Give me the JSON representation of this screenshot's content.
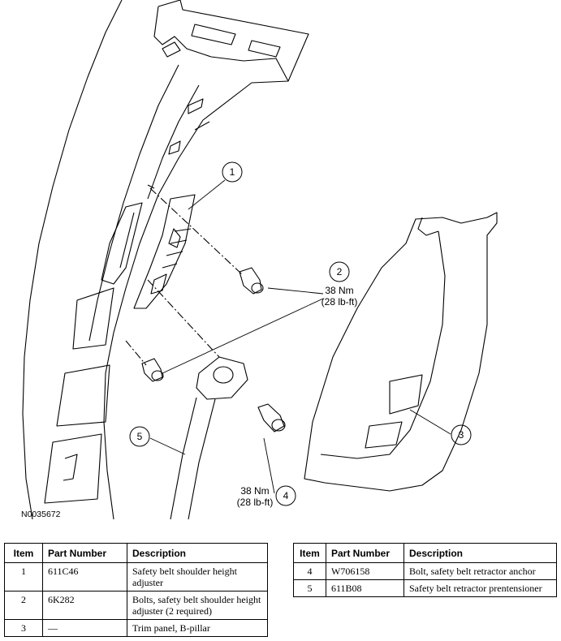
{
  "figure": {
    "id": "N0035672",
    "callouts": [
      {
        "number": "1"
      },
      {
        "number": "2",
        "torque_nm": "38 Nm",
        "torque_lbft": "(28 lb-ft)"
      },
      {
        "number": "3"
      },
      {
        "number": "4",
        "torque_nm": "38 Nm",
        "torque_lbft": "(28 lb-ft)"
      },
      {
        "number": "5"
      }
    ]
  },
  "table": {
    "headers": {
      "item": "Item",
      "part_number": "Part Number",
      "description": "Description"
    },
    "rows_left": [
      {
        "item": "1",
        "part_number": "611C46",
        "description": "Safety belt shoulder height adjuster"
      },
      {
        "item": "2",
        "part_number": "6K282",
        "description": "Bolts, safety belt shoulder height adjuster (2 required)"
      },
      {
        "item": "3",
        "part_number": "—",
        "description": "Trim panel, B-pillar"
      }
    ],
    "rows_right": [
      {
        "item": "4",
        "part_number": "W706158",
        "description": "Bolt, safety belt retractor anchor"
      },
      {
        "item": "5",
        "part_number": "611B08",
        "description": "Safety belt retractor prentensioner"
      }
    ]
  }
}
